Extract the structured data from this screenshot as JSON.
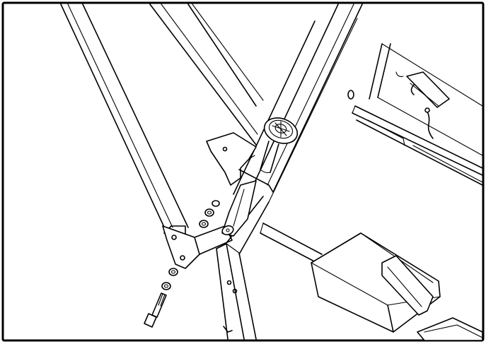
{
  "figure": {
    "background": "#ffffff",
    "line_color": "#000000",
    "frame_color": "#000000",
    "parts": [
      "upright-frame-tube",
      "base-frame-tube",
      "pivot-tube",
      "hinge-bracket",
      "adjustment-knob",
      "hex-bolt",
      "washer",
      "nut",
      "caster-wheel-housing",
      "foot-cap"
    ]
  }
}
